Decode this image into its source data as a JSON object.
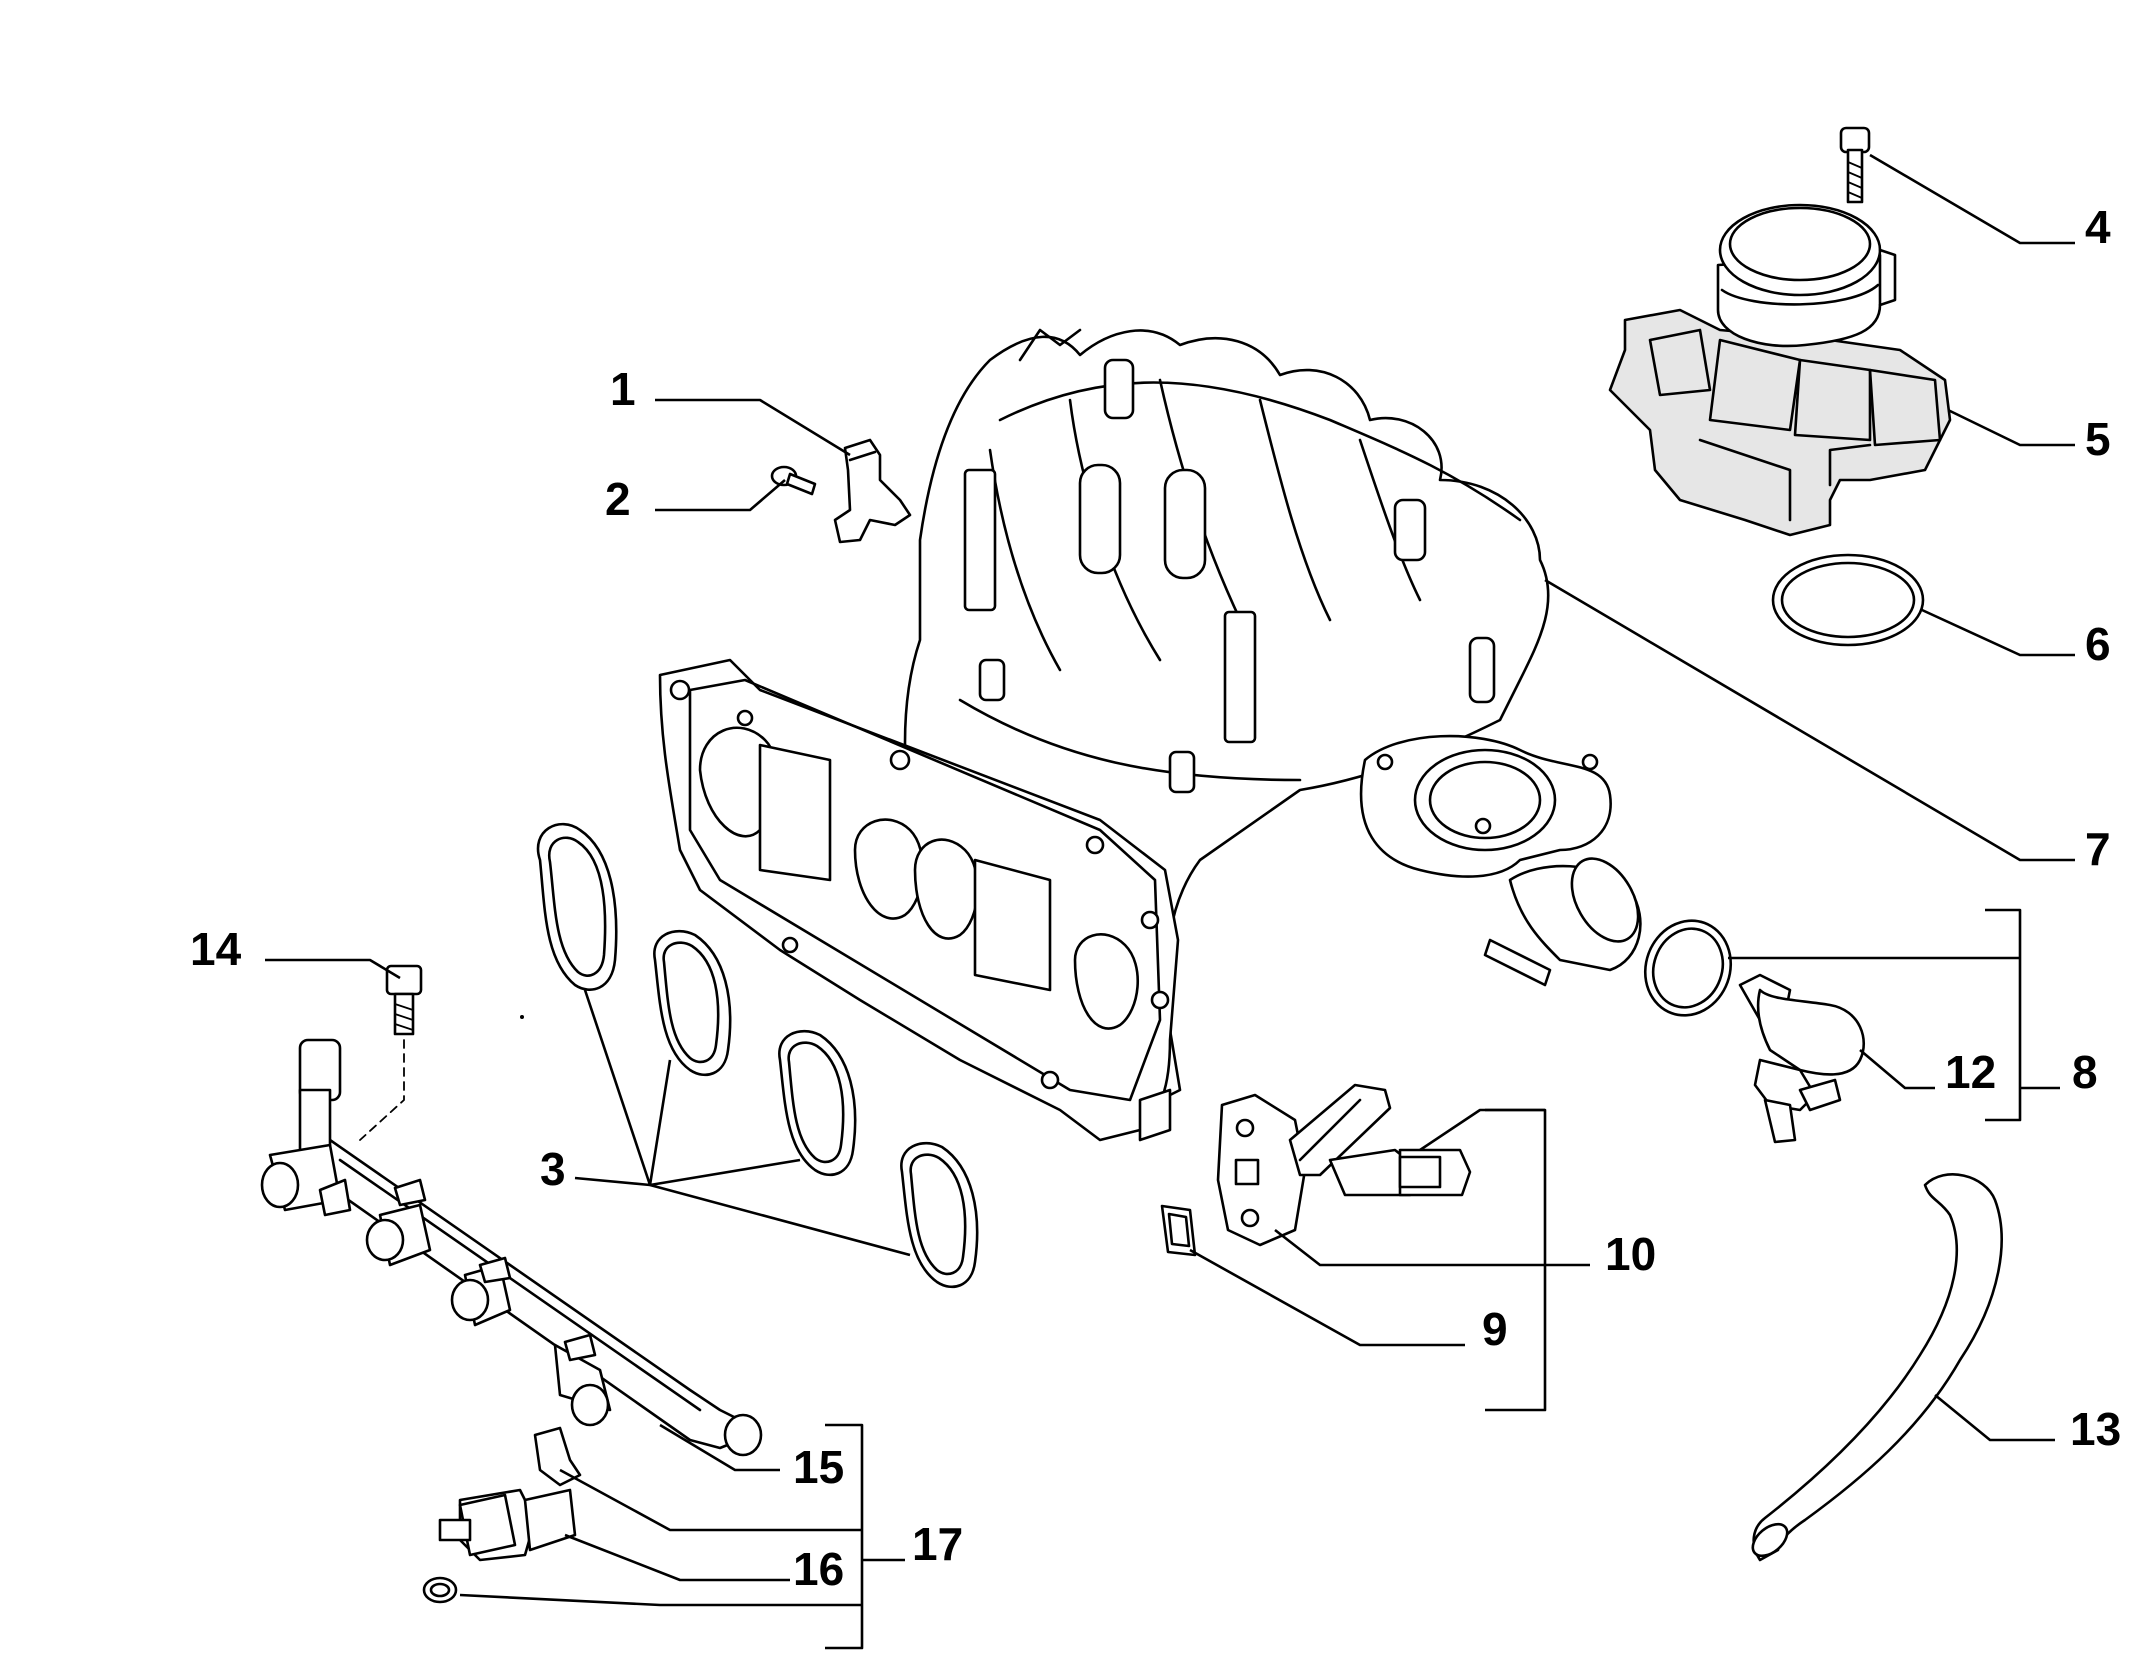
{
  "callouts": {
    "c1": "1",
    "c2": "2",
    "c3": "3",
    "c4": "4",
    "c5": "5",
    "c6": "6",
    "c7": "7",
    "c8": "8",
    "c9": "9",
    "c10": "10",
    "c12": "12",
    "c13": "13",
    "c14": "14",
    "c15": "15",
    "c16": "16",
    "c17": "17"
  },
  "parts": [
    "clip-1",
    "screw-2",
    "gaskets-3",
    "bolt-4",
    "throttle-body-5",
    "o-ring-6",
    "intake-manifold-7",
    "valve-assembly-8",
    "gasket-9",
    "sensor-10",
    "valve-12",
    "hose-13",
    "bolt-14",
    "fuel-rail-15",
    "injector-16",
    "injector-kit-17"
  ]
}
